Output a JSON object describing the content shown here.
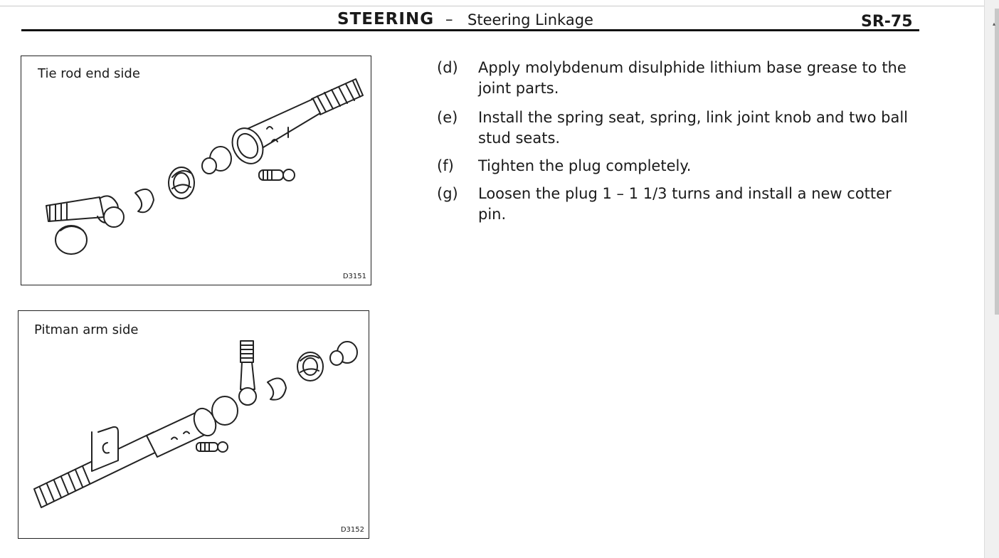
{
  "header": {
    "section": "STEERING",
    "separator": "–",
    "subsection": "Steering Linkage",
    "page": "SR-75"
  },
  "figures": [
    {
      "label": "Tie rod end side",
      "code": "D3151"
    },
    {
      "label": "Pitman arm side",
      "code": "D3152"
    }
  ],
  "steps": [
    {
      "letter": "(d)",
      "text": "Apply molybdenum disulphide lithium base grease to the joint parts."
    },
    {
      "letter": "(e)",
      "text": "Install the spring seat, spring, link joint knob and two ball stud seats."
    },
    {
      "letter": "(f)",
      "text": "Tighten the plug completely."
    },
    {
      "letter": "(g)",
      "text": "Loosen the plug 1 – 1 1/3 turns and install a new cotter pin."
    }
  ]
}
